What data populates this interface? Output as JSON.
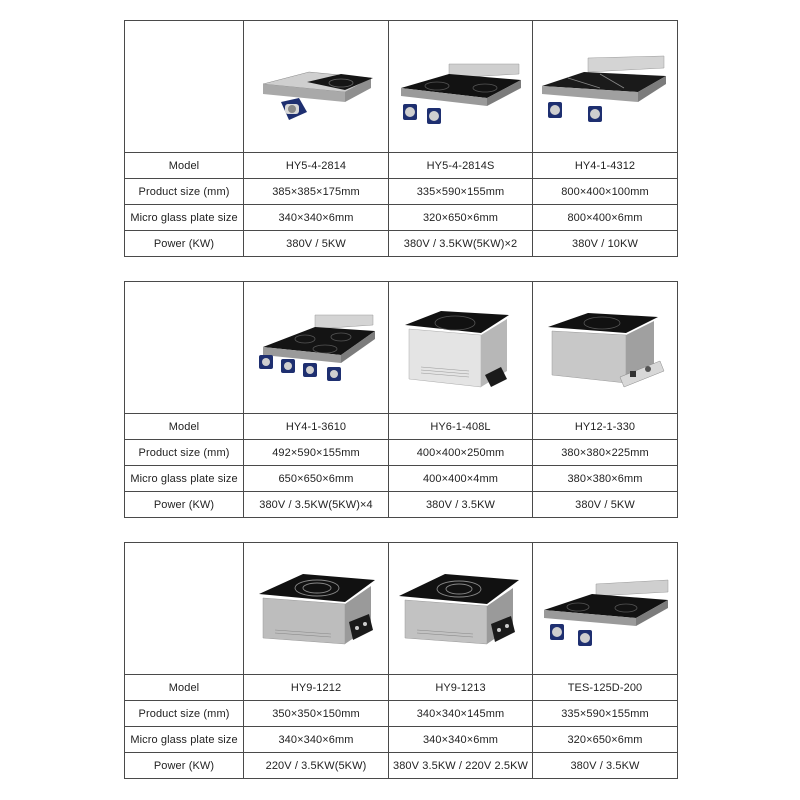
{
  "row_labels": {
    "model": "Model",
    "product_size": "Product size (mm)",
    "glass_size": "Micro glass plate size",
    "power": "Power (KW)"
  },
  "tables": [
    {
      "products": [
        {
          "model": "HY5-4-2814",
          "size": "385×385×175mm",
          "glass": "340×340×6mm",
          "power": "380V / 5KW",
          "image": "dual-flat-induction-cooktop-with-control-knob"
        },
        {
          "model": "HY5-4-2814S",
          "size": "335×590×155mm",
          "glass": "320×650×6mm",
          "power": "380V / 3.5KW(5KW)×2",
          "image": "dual-zone-induction-cooktop-with-two-knobs"
        },
        {
          "model": "HY4-1-4312",
          "size": "800×400×100mm",
          "glass": "800×400×6mm",
          "power": "380V / 10KW",
          "image": "triple-panel-induction-cooktop-with-two-knobs"
        }
      ]
    },
    {
      "products": [
        {
          "model": "HY4-1-3610",
          "size": "492×590×155mm",
          "glass": "650×650×6mm",
          "power": "380V / 3.5KW(5KW)×4",
          "image": "four-burner-induction-cooktop-with-four-knobs"
        },
        {
          "model": "HY6-1-408L",
          "size": "400×400×250mm",
          "glass": "400×400×4mm",
          "power": "380V / 3.5KW",
          "image": "drop-in-induction-box-with-control-unit"
        },
        {
          "model": "HY12-1-330",
          "size": "380×380×225mm",
          "glass": "380×380×6mm",
          "power": "380V / 5KW",
          "image": "drop-in-induction-box-with-panel-controller"
        }
      ]
    },
    {
      "products": [
        {
          "model": "HY9-1212",
          "size": "350×350×150mm",
          "glass": "340×340×6mm",
          "power": "220V / 3.5KW(5KW)",
          "image": "drop-in-induction-hob-with-side-control"
        },
        {
          "model": "HY9-1213",
          "size": "340×340×145mm",
          "glass": "340×340×6mm",
          "power": "380V 3.5KW / 220V 2.5KW",
          "image": "drop-in-induction-hob-with-side-control"
        },
        {
          "model": "TES-125D-200",
          "size": "335×590×155mm",
          "glass": "320×650×6mm",
          "power": "380V / 3.5KW",
          "image": "dual-zone-induction-cooktop-with-two-knobs"
        }
      ]
    }
  ]
}
